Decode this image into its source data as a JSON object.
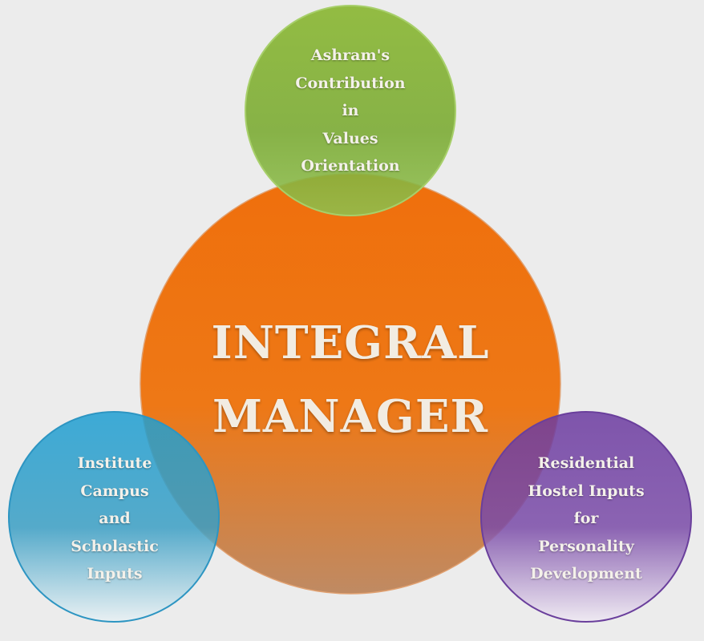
{
  "diagram": {
    "center": {
      "lines": [
        "INTEGRAL",
        "MANAGER"
      ],
      "color": "#f07411"
    },
    "top": {
      "lines": [
        "Ashram's",
        "Contribution",
        "in",
        "Values",
        "Orientation"
      ],
      "color": "#7fb22c"
    },
    "left": {
      "lines": [
        "Institute",
        "Campus",
        "and",
        "Scholastic",
        "Inputs"
      ],
      "color": "#1f9ecf"
    },
    "right": {
      "lines": [
        "Residential",
        "Hostel Inputs",
        "for",
        "Personality",
        "Development"
      ],
      "color": "#6f3fa2"
    },
    "background": "#ececec"
  }
}
